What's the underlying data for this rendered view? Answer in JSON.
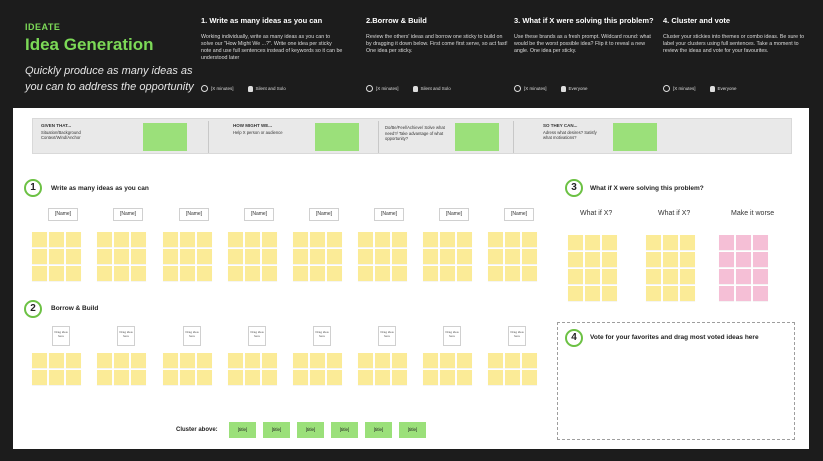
{
  "header": {
    "eyebrow": "IDEATE",
    "title": "Idea Generation",
    "subtitle": "Quickly produce as many ideas as you can to address the opportunity"
  },
  "steps": [
    {
      "title": "1. Write as many ideas as you can",
      "body": "Working individually, write as many ideas as you can to solve our \"How Might We ...?\". Write one idea per sticky note and use full sentences instead of keywords so it can be understood later",
      "time": "[X minutes]",
      "who": "Silent and Solo"
    },
    {
      "title": "2.Borrow & Build",
      "body": "Review the others' ideas and borrow one sticky to build on by dragging it down below. First come first serve, so act fast! One idea per sticky.",
      "time": "[X minutes]",
      "who": "Silent and Solo"
    },
    {
      "title": "3. What if X were solving this problem?",
      "body": "Use these brands as a fresh prompt. Wildcard round: what would be the worst possible idea? Flip it to reveal a new angle. One idea per sticky.",
      "time": "[X minutes]",
      "who": "Everyone"
    },
    {
      "title": "4. Cluster and vote",
      "body": "Cluster your stickies into themes or combo ideas. Be sure to label your clusters using full sentences. Take a moment to review the ideas and vote for your favourites.",
      "time": "[X minutes]",
      "who": "Everyone"
    }
  ],
  "given_bar": [
    {
      "head": "GIVEN THAT...",
      "body": "Situation/Background Context/Wind/Anchor"
    },
    {
      "head": "HOW MIGHT WE...",
      "body": "Help X person or audience"
    },
    {
      "head": "",
      "body": "Do/Be/Feel/Achieve/ Solve what need?/ Take advantage of what opportunity?"
    },
    {
      "head": "SO THEY CAN...",
      "body": "Adress what desires? Satisfy what motivations?"
    }
  ],
  "sections": {
    "s1": {
      "num": "1",
      "title": "Write as many ideas as you can"
    },
    "s2": {
      "num": "2",
      "title": "Borrow & Build"
    },
    "s3": {
      "num": "3",
      "title": "What if X were solving this problem?"
    },
    "s4": {
      "num": "4",
      "title": "Vote for your favorites and drag most voted ideas here"
    }
  },
  "name_label": "[Name]",
  "drag_label": "Drag idea here",
  "whatif": [
    "What if X?",
    "What if X?",
    "Make it worse"
  ],
  "cluster_label": "Cluster above:",
  "cluster_title": "[title]",
  "colors": {
    "green": "#7cd957",
    "sticky": "#fbeb97",
    "pink": "#f5bfd6",
    "dot": "#e8412c"
  }
}
